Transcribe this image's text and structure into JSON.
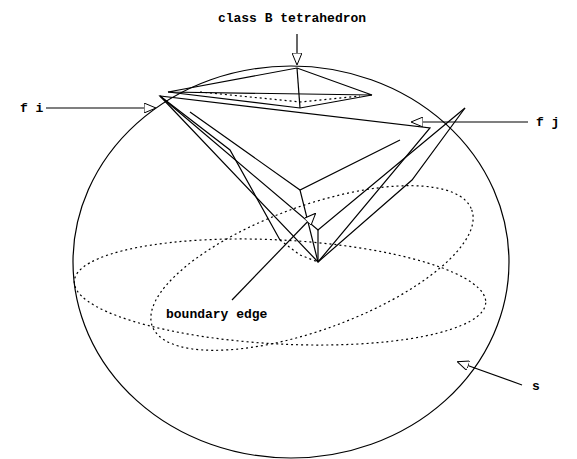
{
  "diagram": {
    "labels": [
      "class B tetrahedron",
      "f i",
      "f j",
      "boundary edge",
      "s"
    ]
  }
}
